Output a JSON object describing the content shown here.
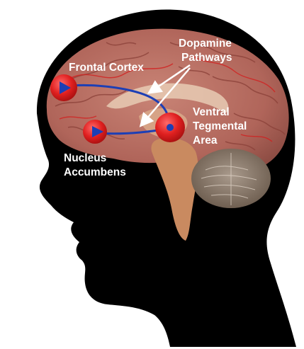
{
  "labels": {
    "frontal_cortex": "Frontal Cortex",
    "dopamine": [
      "Dopamine",
      "Pathways"
    ],
    "vta": [
      "Ventral",
      "Tegmental",
      "Area"
    ],
    "nucleus": [
      "Nucleus",
      "Accumbens"
    ]
  },
  "colors": {
    "silhouette": "#000000",
    "brain": "#b8675a",
    "cerebellum": "#7a6a5c",
    "brainstem": "#c98a60",
    "node": "#e02020",
    "pathway": "#1d3fb5",
    "arrow": "#ffffff",
    "label": "#ffffff"
  }
}
